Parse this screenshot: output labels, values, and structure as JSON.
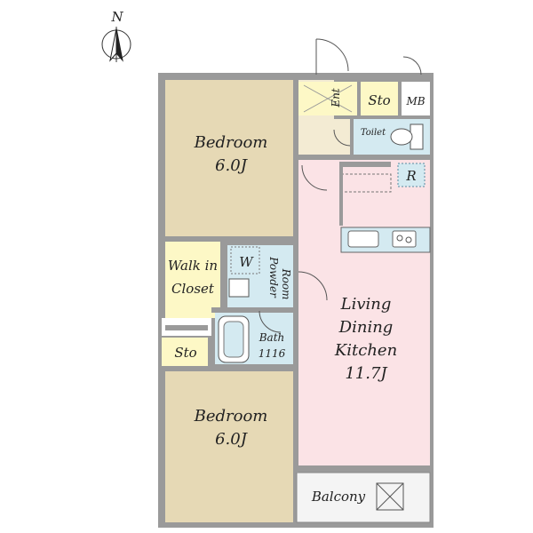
{
  "compass": {
    "north": "N"
  },
  "rooms": {
    "bedroom_top": {
      "name": "Bedroom",
      "size": "6.0J"
    },
    "bedroom_bottom": {
      "name": "Bedroom",
      "size": "6.0J"
    },
    "walk_in_closet": {
      "line1": "Walk in",
      "line2": "Closet"
    },
    "storage_left": {
      "name": "Sto"
    },
    "washer": {
      "name": "W"
    },
    "powder_room": {
      "line1": "Powder",
      "line2": "Room"
    },
    "bath": {
      "name": "Bath",
      "size": "1116"
    },
    "ldk": {
      "line1": "Living",
      "line2": "Dining",
      "line3": "Kitchen",
      "size": "11.7J"
    },
    "entrance": {
      "name": "Ent"
    },
    "storage_top": {
      "name": "Sto"
    },
    "meter_box": {
      "name": "MB"
    },
    "toilet": {
      "name": "Toilet"
    },
    "refrigerator": {
      "name": "R"
    },
    "balcony": {
      "name": "Balcony"
    }
  },
  "colors": {
    "bedroom": "#e6d9b5",
    "ldk": "#fbe3e6",
    "wet_area": "#d4eaf1",
    "closet": "#fdf8c6",
    "hall": "#f3ebd3",
    "wall": "#8a8a8a",
    "balcony": "#f4f4f4"
  }
}
